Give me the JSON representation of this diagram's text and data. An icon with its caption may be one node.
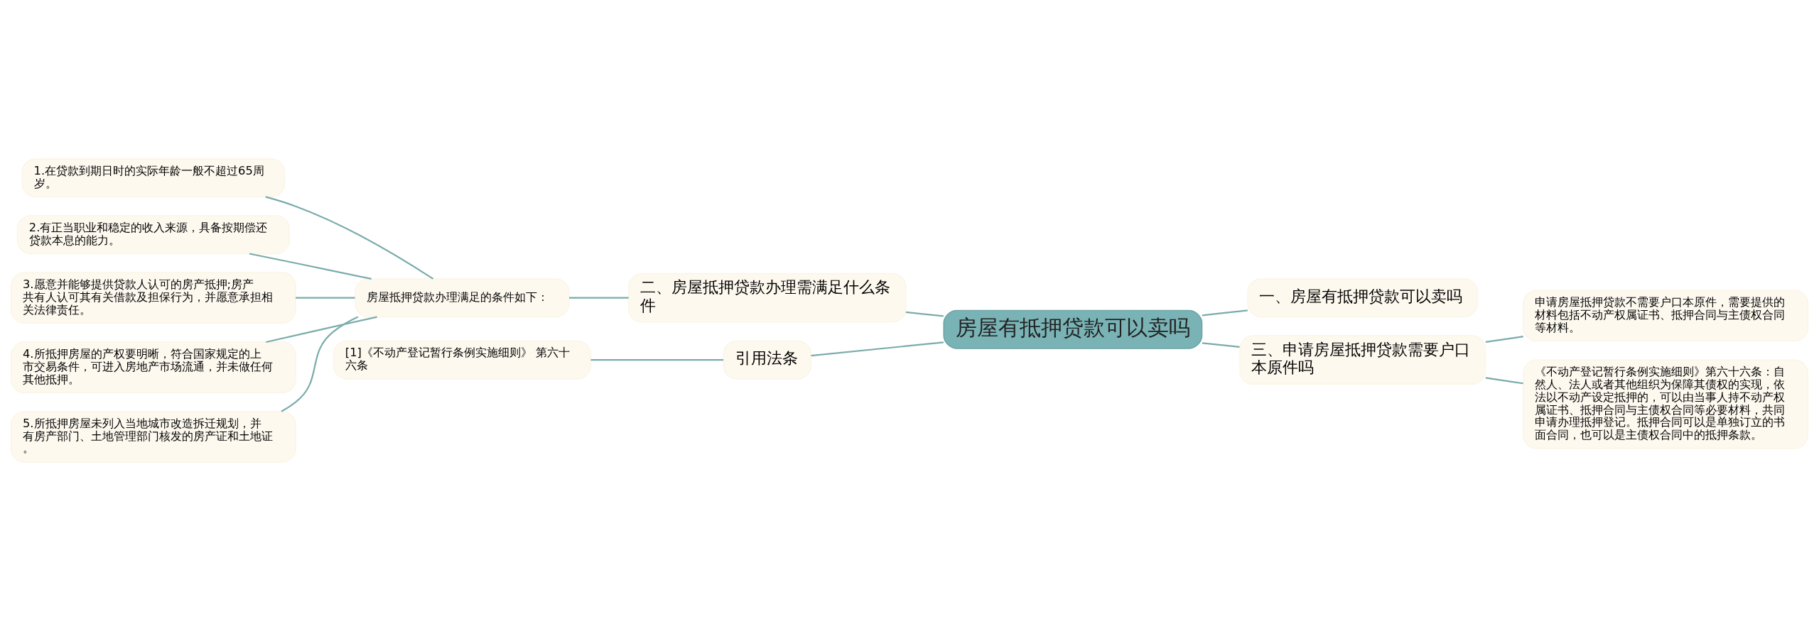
{
  "diagram": {
    "nodes": [
      {
        "text": [
          "房屋有抵押贷款可以卖吗"
        ]
      },
      {
        "text": [
          "二、房屋抵押贷款办理需满足什么条件"
        ]
      },
      {
        "text": [
          "房屋抵押贷款办理满足的条件如下："
        ]
      },
      {
        "text": [
          "1.在贷款到期日时的实际年龄一般不超过65周岁。"
        ]
      },
      {
        "text": [
          "2.有正当职业和稳定的收入来源，具备按期偿还贷款本息的能力。"
        ]
      },
      {
        "text": [
          "3.愿意并能够提供贷款人认可的房产抵押;房产共有人认可其有关借款及担保行为，并愿意承担相关法律责任。"
        ]
      },
      {
        "text": [
          "4.所抵押房屋的产权要明晰，符合国家规定的上市交易条件，可进入房地产市场流通，并未做任何其他抵押。"
        ]
      },
      {
        "text": [
          "5.所抵押房屋未列入当地城市改造拆迁规划，并有房产部门、土地管理部门核发的房产证和土地证。"
        ]
      },
      {
        "text": [
          "引用法条"
        ]
      },
      {
        "text": [
          "[1]《不动产登记暂行条例实施细则》 第六十六条"
        ]
      },
      {
        "text": [
          "一、房屋有抵押贷款可以卖吗"
        ]
      },
      {
        "text": [
          "三、申请房屋抵押贷款需要户口本原件吗"
        ]
      },
      {
        "text": [
          "申请房屋抵押贷款不需要户口本原件，需要提供的材料包括不动产权属证书、抵押合同与主债权合同等材料。"
        ]
      },
      {
        "text": [
          "《不动产登记暂行条例实施细则》第六十六条：自然人、法人或者其他组织为保障其债权的实现，依法以不动产设定抵押的，可以由当事人持不动产权属证书、抵押合同与主债权合同等必要材料，共同申请办理抵押登记。抵押合同可以是单独订立的书面合同，也可以是主债权合同中的抵押条款。"
        ]
      }
    ],
    "edges": [
      {
        "from": 0,
        "to": 1,
        "arrow": "none"
      },
      {
        "from": 1,
        "to": 2,
        "arrow": "none"
      },
      {
        "from": 2,
        "to": 3,
        "arrow": "none"
      },
      {
        "from": 2,
        "to": 4,
        "arrow": "none"
      },
      {
        "from": 2,
        "to": 5,
        "arrow": "none"
      },
      {
        "from": 2,
        "to": 6,
        "arrow": "none"
      },
      {
        "from": 2,
        "to": 7,
        "arrow": "none"
      },
      {
        "from": 0,
        "to": 8,
        "arrow": "none"
      },
      {
        "from": 8,
        "to": 9,
        "arrow": "none"
      },
      {
        "from": 0,
        "to": 10,
        "arrow": "none"
      },
      {
        "from": 0,
        "to": 11,
        "arrow": "none"
      },
      {
        "from": 11,
        "to": 12,
        "arrow": "none"
      },
      {
        "from": 11,
        "to": 13,
        "arrow": "none"
      }
    ]
  }
}
